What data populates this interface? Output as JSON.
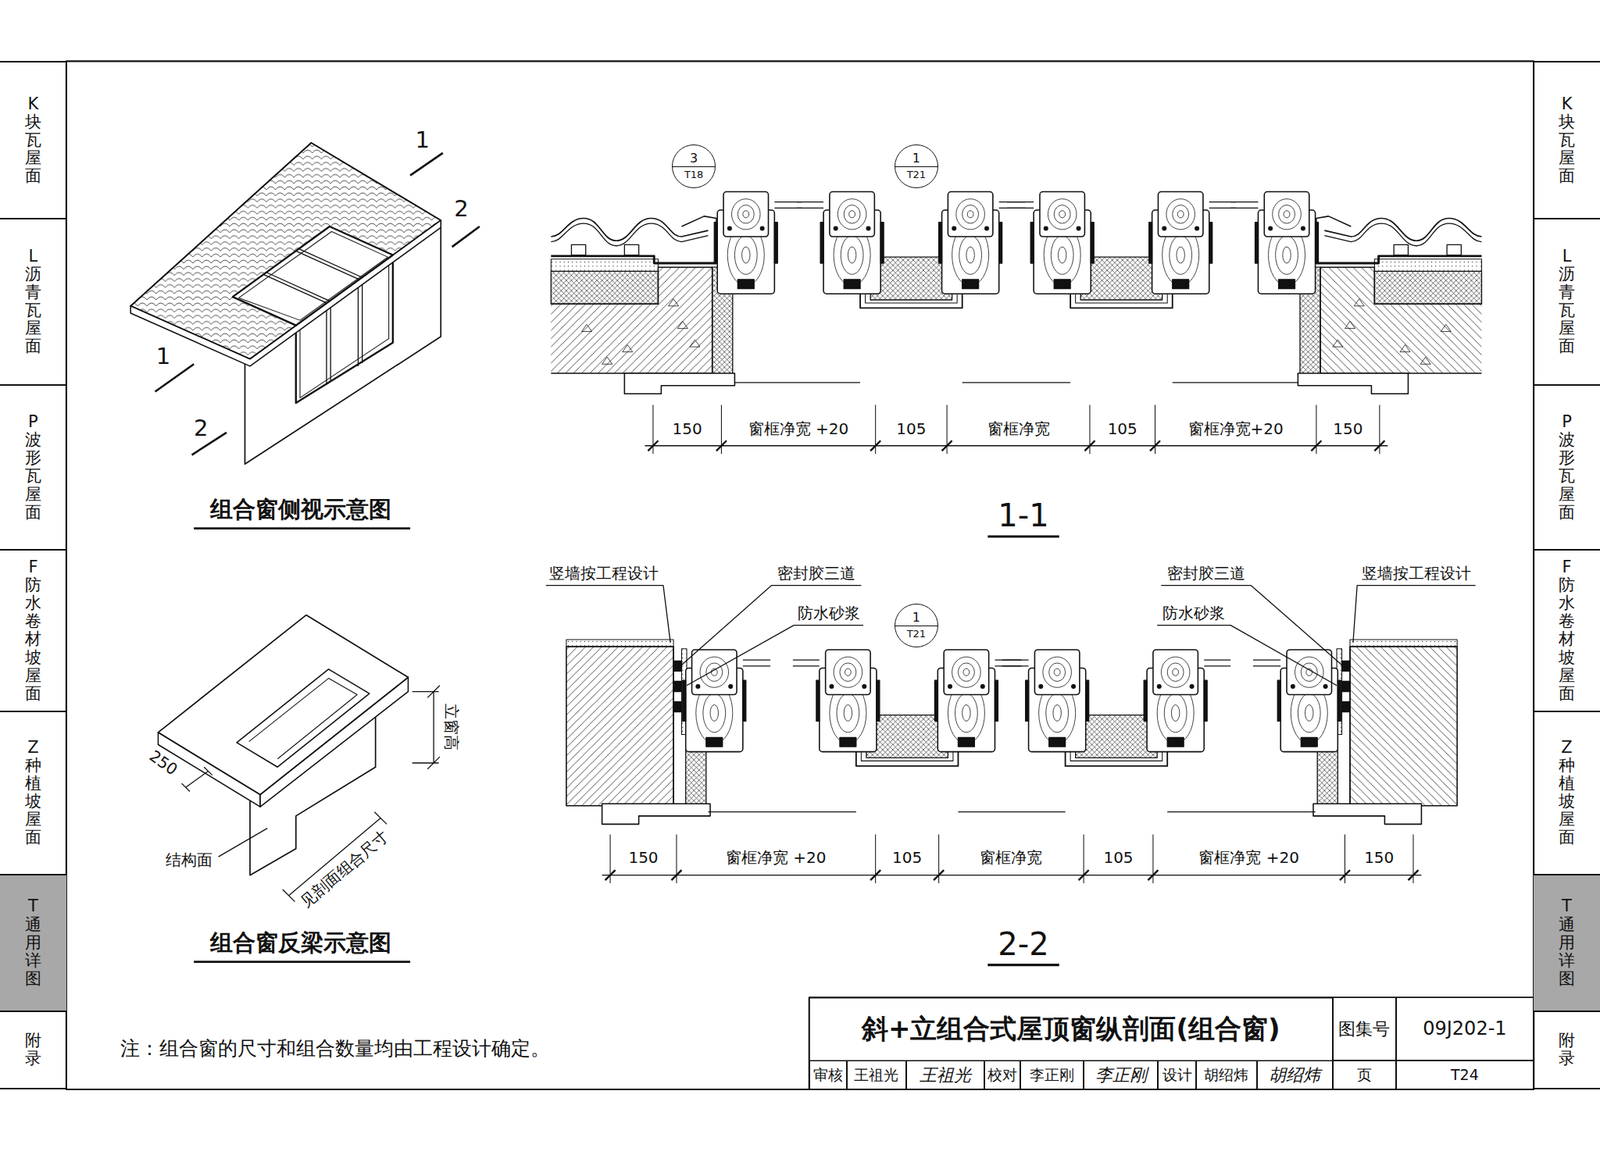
{
  "diagram": {
    "title": "斜+立组合式屋顶窗纵剖面(组合窗)",
    "nodes": [
      {
        "text": [
          "K块瓦屋面"
        ]
      },
      {
        "text": [
          "L沥青瓦屋面"
        ]
      },
      {
        "text": [
          "P波形瓦屋面"
        ]
      },
      {
        "text": [
          "F防水卷材坡屋面"
        ]
      },
      {
        "text": [
          "Z种植坡屋面"
        ]
      },
      {
        "text": [
          "T通用详图"
        ]
      },
      {
        "text": [
          "附录"
        ]
      },
      {
        "text": [
          "K块瓦屋面"
        ]
      },
      {
        "text": [
          "L沥青瓦屋面"
        ]
      },
      {
        "text": [
          "P波形瓦屋面"
        ]
      },
      {
        "text": [
          "F防水卷材坡屋面"
        ]
      },
      {
        "text": [
          "Z种植坡屋面"
        ]
      },
      {
        "text": [
          "T通用详图"
        ]
      },
      {
        "text": [
          "附录"
        ]
      },
      {
        "text": [
          "3",
          "T18"
        ]
      },
      {
        "text": [
          "1",
          "T21"
        ]
      },
      {
        "text": [
          "1",
          "T21"
        ]
      },
      {
        "text": [
          "图集号"
        ]
      },
      {
        "text": [
          "09J202-1"
        ]
      },
      {
        "text": [
          "审核"
        ]
      },
      {
        "text": [
          "王祖光"
        ]
      },
      {
        "text": [
          "王祖光"
        ]
      },
      {
        "text": [
          "校对"
        ]
      },
      {
        "text": [
          "李正刚"
        ]
      },
      {
        "text": [
          "李正刚"
        ]
      },
      {
        "text": [
          "设计"
        ]
      },
      {
        "text": [
          "胡绍炜"
        ]
      },
      {
        "text": [
          "胡绍炜"
        ]
      },
      {
        "text": [
          "页"
        ]
      },
      {
        "text": [
          "T24"
        ]
      }
    ],
    "labels": [
      "1",
      "2",
      "1",
      "2",
      "组合窗侧视示意图",
      "250",
      "立窗高",
      "结构面",
      "见剖面组合尺寸",
      "组合窗反梁示意图",
      "150",
      "窗框净宽 +20",
      "105",
      "窗框净宽",
      "105",
      "窗框净宽+20",
      "150",
      "1-1",
      "竖墙按工程设计",
      "密封胶三道",
      "防水砂浆",
      "密封胶三道",
      "竖墙按工程设计",
      "防水砂浆",
      "150",
      "窗框净宽 +20",
      "105",
      "窗框净宽",
      "105",
      "窗框净宽 +20",
      "150",
      "2-2",
      "注：组合窗的尺寸和组合数量均由工程设计确定。"
    ]
  }
}
